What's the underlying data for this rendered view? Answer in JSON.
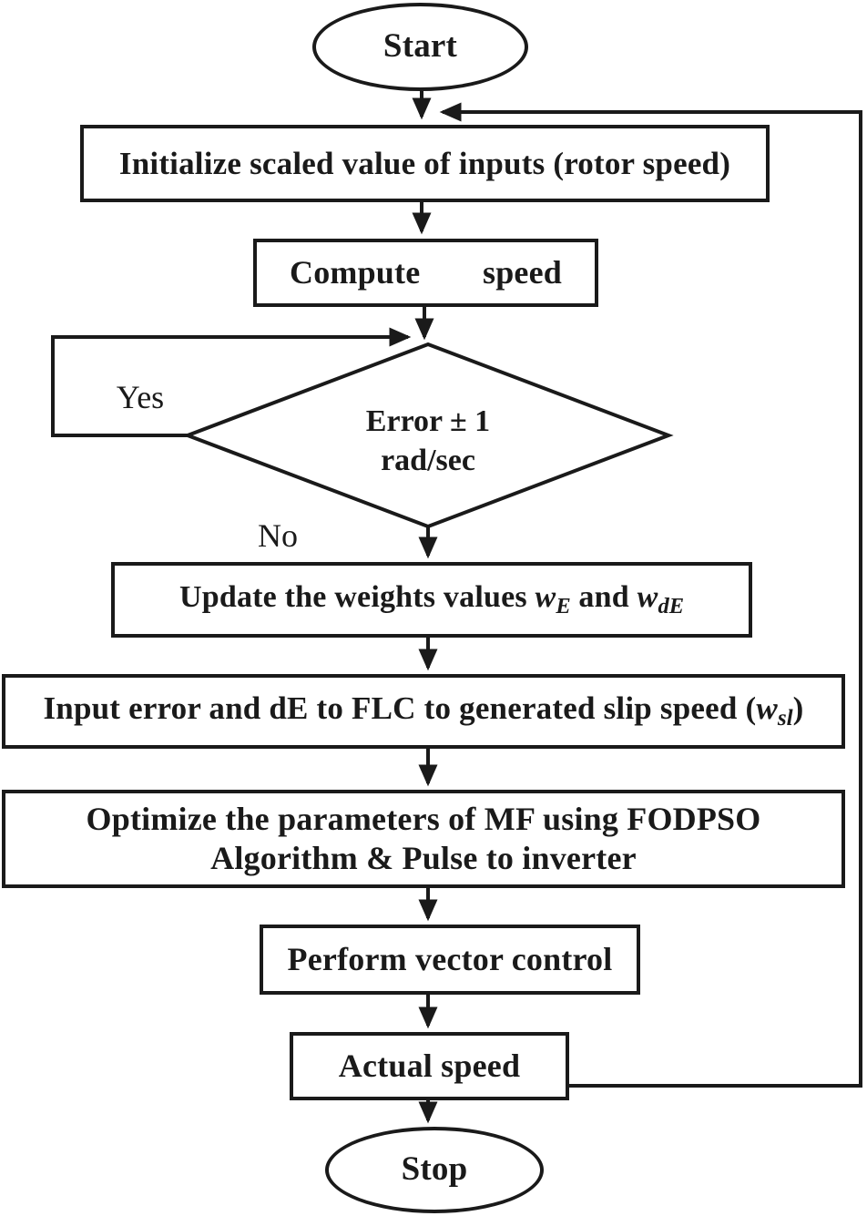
{
  "colors": {
    "ink": "#1a1a1a",
    "background": "#ffffff"
  },
  "flowchart": {
    "nodes": {
      "start": {
        "label": "Start"
      },
      "initialize": {
        "label": "Initialize scaled value of inputs (rotor speed)"
      },
      "compute": {
        "word1": "Compute",
        "word2": "speed"
      },
      "decision": {
        "line1": "Error ± 1",
        "line2": "rad/sec"
      },
      "update": {
        "pre": "Update the weights values ",
        "w1": "w",
        "sub1": "E",
        "mid": " and ",
        "w2": "w",
        "sub2": "dE"
      },
      "input_flc": {
        "pre": "Input error and dE to FLC to generated slip speed (",
        "w": "w",
        "sub": "sl",
        "post": ")"
      },
      "optimize": {
        "line1": "Optimize the parameters of MF using FODPSO",
        "line2": "Algorithm & Pulse to inverter"
      },
      "perform": {
        "label": "Perform vector control"
      },
      "actual": {
        "label": "Actual speed"
      },
      "stop": {
        "label": "Stop"
      }
    },
    "branch_labels": {
      "yes": "Yes",
      "no": "No"
    }
  }
}
